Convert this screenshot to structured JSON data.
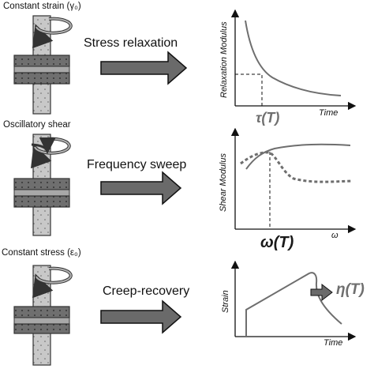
{
  "panels": [
    {
      "title": "Constant strain (γ₀)",
      "method": "Stress relaxation",
      "y_axis": "Relaxation Modulus",
      "x_axis": "Time",
      "param": "τ(T)"
    },
    {
      "title": "Oscillatory shear",
      "method": "Frequency sweep",
      "y_axis": "Shear Modulus",
      "x_axis": "ω",
      "param": "ω(T)"
    },
    {
      "title": "Constant stress (ε₀)",
      "method": "Creep-recovery",
      "y_axis": "Strain",
      "x_axis": "Time",
      "param": "η(T)"
    }
  ],
  "colors": {
    "arrow_fill": "#6a6a6a",
    "curve": "#6e6e6e",
    "rod": "#c9c9c9",
    "plate_dark": "#6f6f6f",
    "plate_mid": "#a8a8a8"
  }
}
